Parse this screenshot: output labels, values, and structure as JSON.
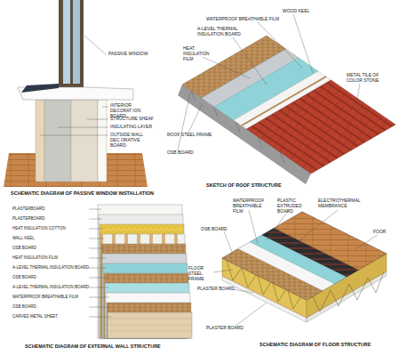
{
  "diagram": {
    "labels": [
      "PASSIVE WINDOW",
      "INTERIOR DECORAT ION BOARD",
      "STRUCTURE SHEAF",
      "INSULATING LAYER",
      "OUTSIDE WALL DEC ORATIVE BOARD",
      "SCHEMATIC DIAGRAM OF PASSIVE WINDOW INSTALLATION",
      "WOOD KEEL",
      "WATERPROOF BREATHABLE FILM",
      "A-LEVEL THERMAL INSULATION BOARD",
      "HEAT INSULATION FILM",
      "METAL TILE OF COLOR STONE",
      "ROOF STEEL FRAME",
      "OSB BOARD",
      "SKETCH OF ROOF STRUCTURE",
      "PLASTERBOARD",
      "PLASTERBOARD",
      "HEAT INSULATION COTTON",
      "WALL KEEL",
      "OSB BOARD",
      "HEAT INSULATION FILM",
      "A-LEVEL THERMAL INSULATION BOARD",
      "OSB BOARD",
      "A-LEVEL THERMAL INSULATION BOARD",
      "WATERPROOF BREATHABLE FILM",
      "OSB BOARD",
      "CARVED METAL SHEET",
      "SCHEMATIC DIAGRAM OF EXTERNAL WALL STRUCTURE",
      "WATERPROOF BREATHABLE FILM",
      "PLASTIC EXTRUDED BOARD",
      "ELECTROTHERMAL MEMBRANCE",
      "FOOR",
      "OSB BOARD",
      "FLOOR STEEL FRAME",
      "PLASTER BOARD",
      "PLASTER BOARD",
      "SCHEMATIC DIAGRAM OF FLOOR STRUCTURE"
    ]
  }
}
